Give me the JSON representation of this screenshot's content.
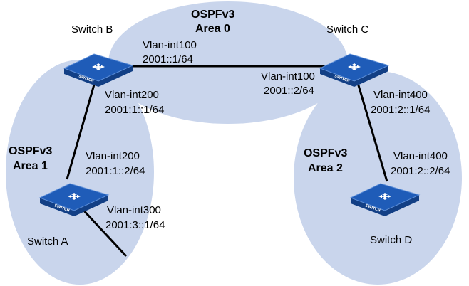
{
  "areas": {
    "area0": {
      "line1": "OSPFv3",
      "line2": "Area 0"
    },
    "area1": {
      "line1": "OSPFv3",
      "line2": "Area 1"
    },
    "area2": {
      "line1": "OSPFv3",
      "line2": "Area 2"
    }
  },
  "switches": {
    "a": {
      "name": "Switch A",
      "caption": "SWITCH"
    },
    "b": {
      "name": "Switch B",
      "caption": "SWITCH"
    },
    "c": {
      "name": "Switch C",
      "caption": "SWITCH"
    },
    "d": {
      "name": "Switch D",
      "caption": "SWITCH"
    }
  },
  "interfaces": {
    "b_int100": {
      "name": "Vlan-int100",
      "addr": "2001::1/64"
    },
    "c_int100": {
      "name": "Vlan-int100",
      "addr": "2001::2/64"
    },
    "b_int200": {
      "name": "Vlan-int200",
      "addr": "2001:1::1/64"
    },
    "a_int200": {
      "name": "Vlan-int200",
      "addr": "2001:1::2/64"
    },
    "a_int300": {
      "name": "Vlan-int300",
      "addr": "2001:3::1/64"
    },
    "c_int400": {
      "name": "Vlan-int400",
      "addr": "2001:2::1/64"
    },
    "d_int400": {
      "name": "Vlan-int400",
      "addr": "2001:2::2/64"
    }
  },
  "colors": {
    "area_fill": "#c9d5ec",
    "switch_top": "#1f5cb8",
    "switch_side": "#123f85",
    "link": "#000000"
  }
}
